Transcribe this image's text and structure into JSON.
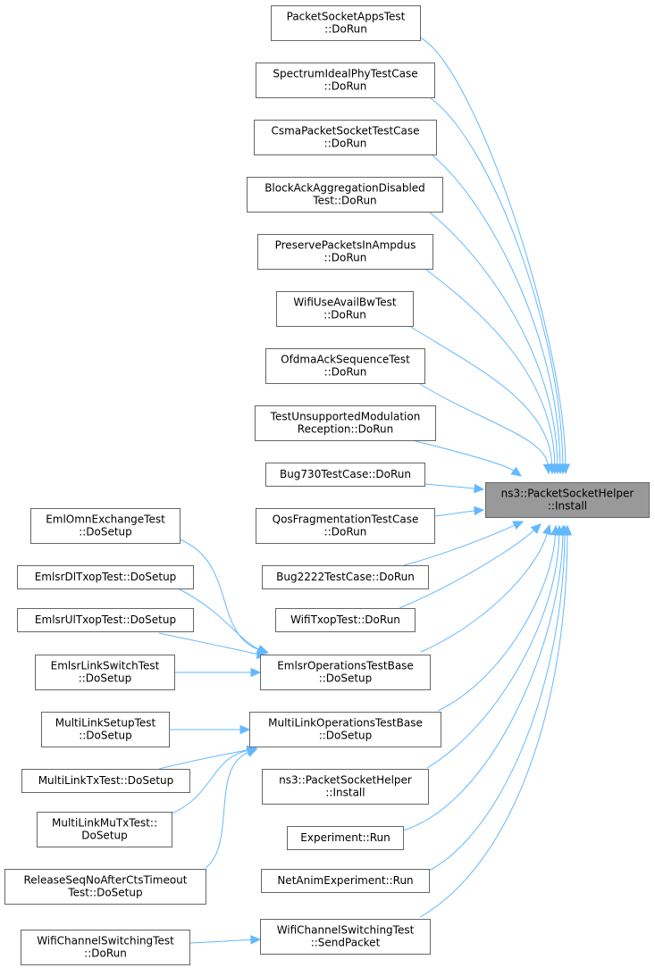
{
  "diagram": {
    "colors": {
      "edge": "#63b8ff",
      "node_border": "#666666",
      "node_fill": "#ffffff",
      "highlight_fill": "#999999"
    },
    "target": {
      "id": "target",
      "lines": [
        "ns3::PacketSocketHelper",
        "::Install"
      ]
    },
    "nodes": [
      {
        "id": "n1",
        "lines": [
          "PacketSocketAppsTest",
          "::DoRun"
        ]
      },
      {
        "id": "n2",
        "lines": [
          "SpectrumIdealPhyTestCase",
          "::DoRun"
        ]
      },
      {
        "id": "n3",
        "lines": [
          "CsmaPacketSocketTestCase",
          "::DoRun"
        ]
      },
      {
        "id": "n4",
        "lines": [
          "BlockAckAggregationDisabled",
          "Test::DoRun"
        ]
      },
      {
        "id": "n5",
        "lines": [
          "PreservePacketsInAmpdus",
          "::DoRun"
        ]
      },
      {
        "id": "n6",
        "lines": [
          "WifiUseAvailBwTest",
          "::DoRun"
        ]
      },
      {
        "id": "n7",
        "lines": [
          "OfdmaAckSequenceTest",
          "::DoRun"
        ]
      },
      {
        "id": "n8",
        "lines": [
          "TestUnsupportedModulation",
          "Reception::DoRun"
        ]
      },
      {
        "id": "n9",
        "lines": [
          "Bug730TestCase::DoRun"
        ]
      },
      {
        "id": "n10",
        "lines": [
          "QosFragmentationTestCase",
          "::DoRun"
        ]
      },
      {
        "id": "n11",
        "lines": [
          "Bug2222TestCase::DoRun"
        ]
      },
      {
        "id": "n12",
        "lines": [
          "WifiTxopTest::DoRun"
        ]
      },
      {
        "id": "n13",
        "lines": [
          "EmlsrOperationsTestBase",
          "::DoSetup"
        ]
      },
      {
        "id": "n14",
        "lines": [
          "MultiLinkOperationsTestBase",
          "::DoSetup"
        ]
      },
      {
        "id": "n15",
        "lines": [
          "ns3::PacketSocketHelper",
          "::Install"
        ]
      },
      {
        "id": "n16",
        "lines": [
          "Experiment::Run"
        ]
      },
      {
        "id": "n17",
        "lines": [
          "NetAnimExperiment::Run"
        ]
      },
      {
        "id": "n18",
        "lines": [
          "WifiChannelSwitchingTest",
          "::SendPacket"
        ]
      },
      {
        "id": "l1",
        "lines": [
          "EmlOmnExchangeTest",
          "::DoSetup"
        ]
      },
      {
        "id": "l2",
        "lines": [
          "EmlsrDlTxopTest::DoSetup"
        ]
      },
      {
        "id": "l3",
        "lines": [
          "EmlsrUlTxopTest::DoSetup"
        ]
      },
      {
        "id": "l4",
        "lines": [
          "EmlsrLinkSwitchTest",
          "::DoSetup"
        ]
      },
      {
        "id": "l5",
        "lines": [
          "MultiLinkSetupTest",
          "::DoSetup"
        ]
      },
      {
        "id": "l6",
        "lines": [
          "MultiLinkTxTest::DoSetup"
        ]
      },
      {
        "id": "l7",
        "lines": [
          "MultiLinkMuTxTest::",
          "DoSetup"
        ]
      },
      {
        "id": "l8",
        "lines": [
          "ReleaseSeqNoAfterCtsTimeout",
          "Test::DoSetup"
        ]
      },
      {
        "id": "l9",
        "lines": [
          "WifiChannelSwitchingTest",
          "::DoRun"
        ]
      }
    ],
    "edges": [
      {
        "from": "n1",
        "to": "target"
      },
      {
        "from": "n2",
        "to": "target"
      },
      {
        "from": "n3",
        "to": "target"
      },
      {
        "from": "n4",
        "to": "target"
      },
      {
        "from": "n5",
        "to": "target"
      },
      {
        "from": "n6",
        "to": "target"
      },
      {
        "from": "n7",
        "to": "target"
      },
      {
        "from": "n8",
        "to": "target"
      },
      {
        "from": "n9",
        "to": "target"
      },
      {
        "from": "n10",
        "to": "target"
      },
      {
        "from": "n11",
        "to": "target"
      },
      {
        "from": "n12",
        "to": "target"
      },
      {
        "from": "n13",
        "to": "target"
      },
      {
        "from": "n14",
        "to": "target"
      },
      {
        "from": "n15",
        "to": "target"
      },
      {
        "from": "n16",
        "to": "target"
      },
      {
        "from": "n17",
        "to": "target"
      },
      {
        "from": "n18",
        "to": "target"
      },
      {
        "from": "l1",
        "to": "n13"
      },
      {
        "from": "l2",
        "to": "n13"
      },
      {
        "from": "l3",
        "to": "n13"
      },
      {
        "from": "l4",
        "to": "n13"
      },
      {
        "from": "l5",
        "to": "n14"
      },
      {
        "from": "l6",
        "to": "n14"
      },
      {
        "from": "l7",
        "to": "n14"
      },
      {
        "from": "l8",
        "to": "n14"
      },
      {
        "from": "l9",
        "to": "n18"
      }
    ]
  }
}
